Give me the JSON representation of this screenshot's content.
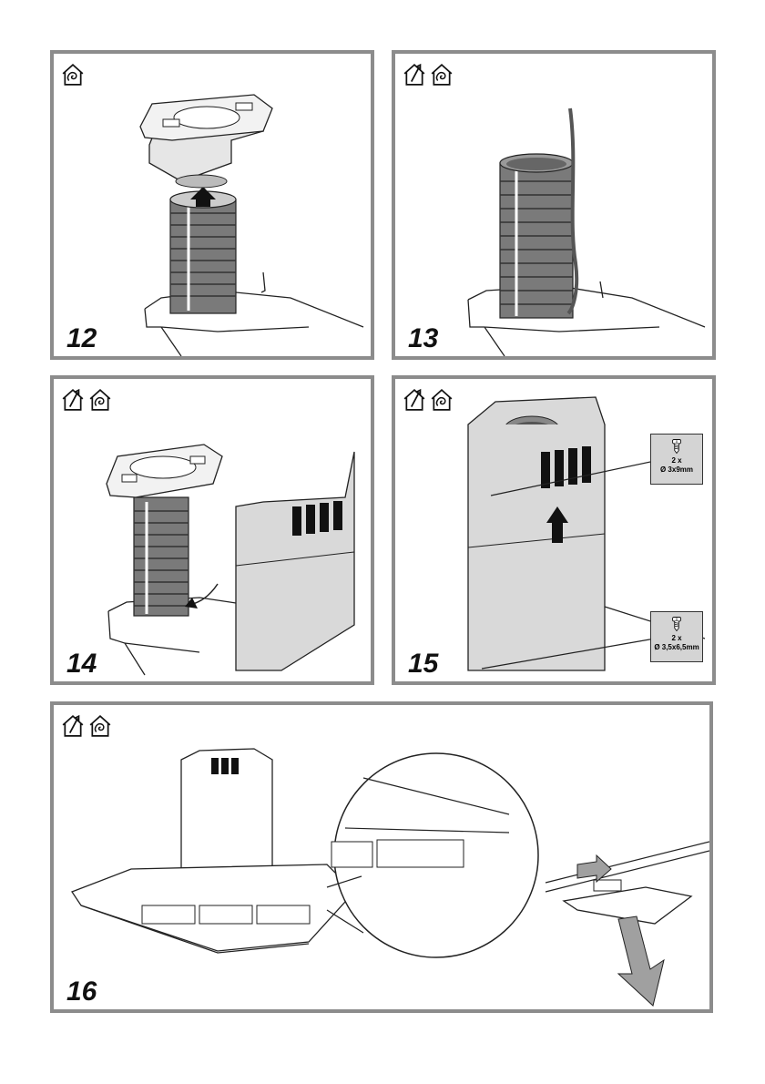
{
  "panels": [
    {
      "number": "12",
      "icons": [
        "recirculation-house-icon"
      ]
    },
    {
      "number": "13",
      "icons": [
        "extraction-house-icon",
        "recirculation-house-icon"
      ]
    },
    {
      "number": "14",
      "icons": [
        "extraction-house-icon",
        "recirculation-house-icon"
      ]
    },
    {
      "number": "15",
      "icons": [
        "extraction-house-icon",
        "recirculation-house-icon"
      ]
    },
    {
      "number": "16",
      "icons": [
        "extraction-house-icon",
        "recirculation-house-icon"
      ]
    }
  ],
  "screws": {
    "top": {
      "qty": "2 x",
      "size": "Ø 3x9mm"
    },
    "bottom": {
      "qty": "2 x",
      "size": "Ø 3,5x6,5mm"
    }
  },
  "colors": {
    "border": "#8c8c8c",
    "duct": "#7a7a7a",
    "hood": "#d9d9d9",
    "arrow": "#a0a0a0"
  }
}
